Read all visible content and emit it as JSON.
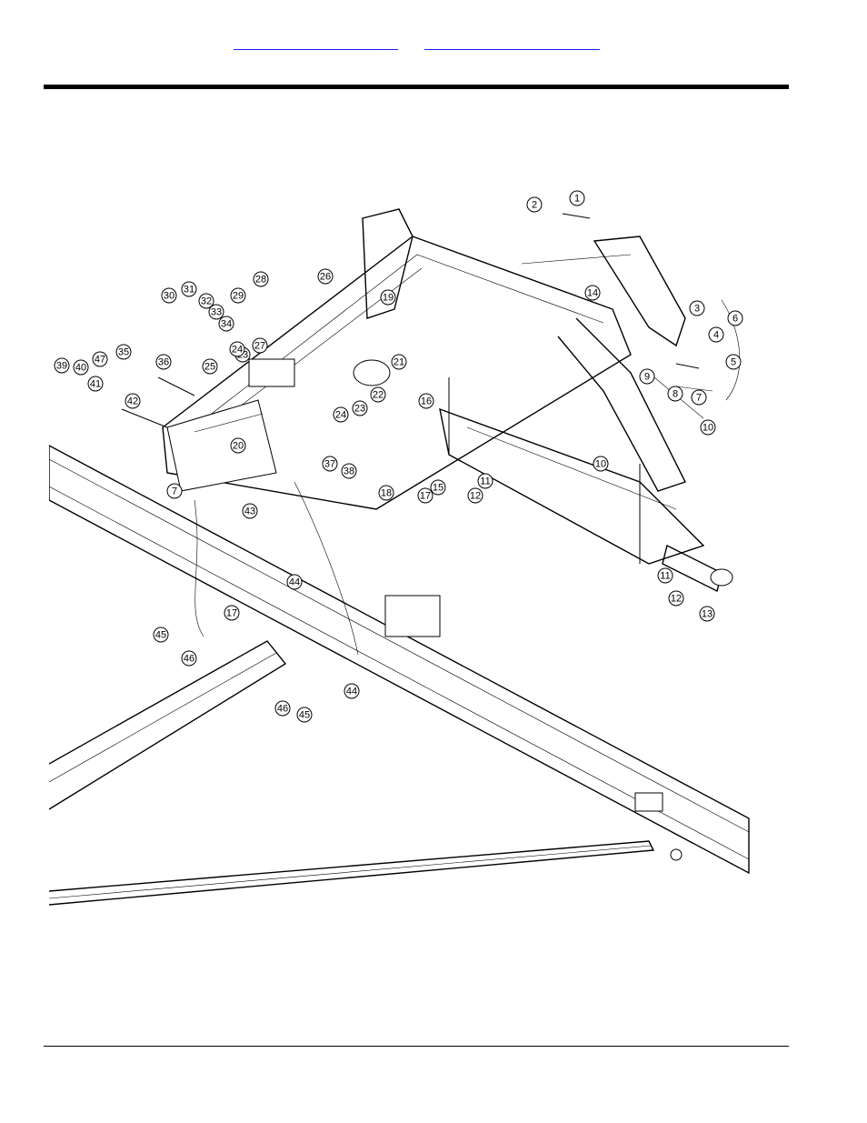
{
  "header": {
    "link_a": "",
    "link_b": ""
  },
  "callouts": [
    {
      "n": "1"
    },
    {
      "n": "2"
    },
    {
      "n": "3"
    },
    {
      "n": "4"
    },
    {
      "n": "5"
    },
    {
      "n": "6"
    },
    {
      "n": "7"
    },
    {
      "n": "8"
    },
    {
      "n": "7"
    },
    {
      "n": "9"
    },
    {
      "n": "10"
    },
    {
      "n": "10"
    },
    {
      "n": "11"
    },
    {
      "n": "11"
    },
    {
      "n": "12"
    },
    {
      "n": "12"
    },
    {
      "n": "13"
    },
    {
      "n": "14"
    },
    {
      "n": "15"
    },
    {
      "n": "16"
    },
    {
      "n": "17"
    },
    {
      "n": "17"
    },
    {
      "n": "18"
    },
    {
      "n": "19"
    },
    {
      "n": "20"
    },
    {
      "n": "21"
    },
    {
      "n": "22"
    },
    {
      "n": "23"
    },
    {
      "n": "23"
    },
    {
      "n": "24"
    },
    {
      "n": "24"
    },
    {
      "n": "25"
    },
    {
      "n": "26"
    },
    {
      "n": "27"
    },
    {
      "n": "28"
    },
    {
      "n": "29"
    },
    {
      "n": "30"
    },
    {
      "n": "31"
    },
    {
      "n": "32"
    },
    {
      "n": "33"
    },
    {
      "n": "34"
    },
    {
      "n": "35"
    },
    {
      "n": "36"
    },
    {
      "n": "37"
    },
    {
      "n": "38"
    },
    {
      "n": "39"
    },
    {
      "n": "40"
    },
    {
      "n": "41"
    },
    {
      "n": "42"
    },
    {
      "n": "43"
    },
    {
      "n": "44"
    },
    {
      "n": "44"
    },
    {
      "n": "45"
    },
    {
      "n": "45"
    },
    {
      "n": "46"
    },
    {
      "n": "46"
    },
    {
      "n": "47"
    }
  ]
}
